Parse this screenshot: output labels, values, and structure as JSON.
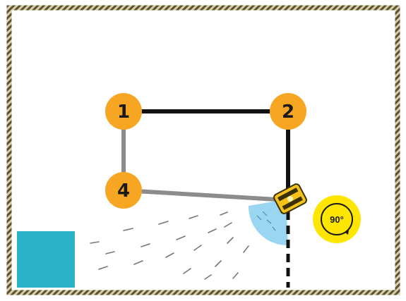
{
  "waypoints": [
    {
      "id": "wp1",
      "label": "1"
    },
    {
      "id": "wp2",
      "label": "2"
    },
    {
      "id": "wp4",
      "label": "4"
    }
  ],
  "rotation_badge": {
    "label": "90°"
  },
  "colors": {
    "waypoint_fill": "#F6A623",
    "path_dark": "#111111",
    "path_gray": "#8c8c8c",
    "obstacle": "#2ab3c9",
    "sensor_cone": "#8fd0ef",
    "robot_body": "#f4c21b",
    "badge_fill": "#ffe600",
    "border": "#6b6340"
  },
  "icons": {
    "robot": "robot-vacuum-icon",
    "rotation": "rotate-90-icon"
  }
}
